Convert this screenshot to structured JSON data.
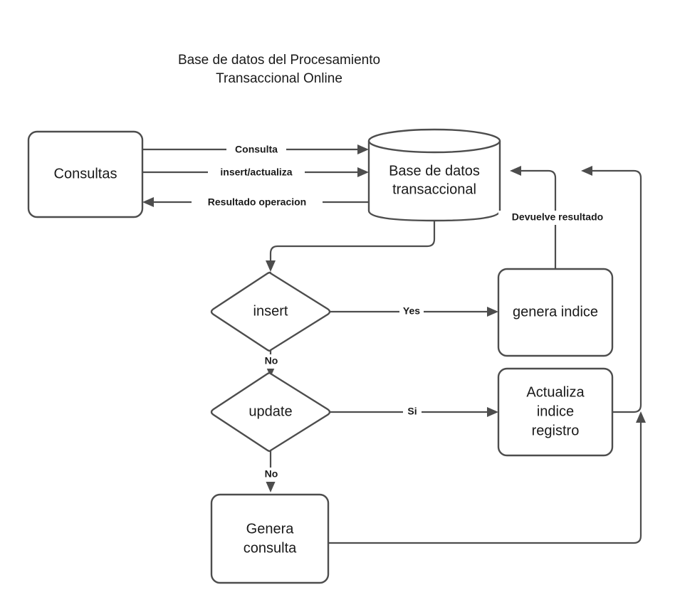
{
  "title": {
    "line1": "Base de datos del Procesamiento",
    "line2": "Transaccional Online"
  },
  "nodes": {
    "consultas": {
      "label": "Consultas",
      "shape": "rounded-rect"
    },
    "base_datos": {
      "label_line1": "Base de datos",
      "label_line2": "transaccional",
      "shape": "cylinder"
    },
    "insert": {
      "label": "insert",
      "shape": "diamond"
    },
    "update": {
      "label": "update",
      "shape": "diamond"
    },
    "genera_indice": {
      "label": "genera indice",
      "shape": "rounded-rect"
    },
    "actualiza_indice": {
      "label_line1": "Actualiza",
      "label_line2": "indice",
      "label_line3": "registro",
      "shape": "rounded-rect"
    },
    "genera_consulta": {
      "label_line1": "Genera",
      "label_line2": "consulta",
      "shape": "rounded-rect"
    }
  },
  "edge_labels": {
    "consulta": "Consulta",
    "insert_actualiza": "insert/actualiza",
    "resultado_operacion": "Resultado operacion",
    "devuelve_resultado": "Devuelve resultado",
    "insert_yes": "Yes",
    "insert_no": "No",
    "update_si": "Si",
    "update_no": "No"
  },
  "colors": {
    "stroke": "#4d4d4d",
    "text": "#1a1a1a",
    "background": "#ffffff"
  }
}
